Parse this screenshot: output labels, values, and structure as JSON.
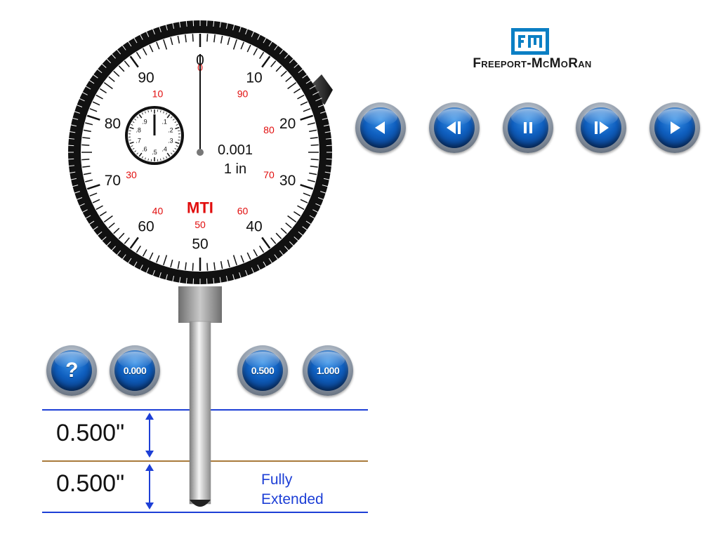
{
  "logo": {
    "text": "Freeport-McMoRan",
    "brand_color": "#0b7fc4"
  },
  "playback_controls": [
    {
      "name": "rewind-button",
      "icon": "play-reverse-icon"
    },
    {
      "name": "step-back-button",
      "icon": "step-back-icon"
    },
    {
      "name": "pause-button",
      "icon": "pause-icon"
    },
    {
      "name": "step-forward-button",
      "icon": "step-forward-icon"
    },
    {
      "name": "play-button",
      "icon": "play-icon"
    }
  ],
  "gauge": {
    "brand": "MTI",
    "resolution": "0.001",
    "range": "1 in",
    "outer_labels": [
      "0",
      "10",
      "20",
      "30",
      "40",
      "50",
      "60",
      "70",
      "80",
      "90"
    ],
    "inner_labels": [
      "0",
      "90",
      "80",
      "70",
      "60",
      "50",
      "40",
      "30",
      "10"
    ],
    "sub_dial_labels": [
      ".1",
      ".2",
      ".3",
      ".4",
      ".5",
      ".6",
      ".7",
      ".8",
      ".9"
    ],
    "main_pointer_reading": 0,
    "sub_dial_reading": 0,
    "accent_color": "#e10d0d"
  },
  "preset_buttons": {
    "help": "?",
    "zero": "0.000",
    "half": "0.500",
    "full": "1.000"
  },
  "measurements": {
    "upper": "0.500\"",
    "lower": "0.500\"",
    "status_line1": "Fully",
    "status_line2": "Extended",
    "line_color_blue": "#1d3fd6",
    "line_color_brown": "#a97a3b"
  }
}
